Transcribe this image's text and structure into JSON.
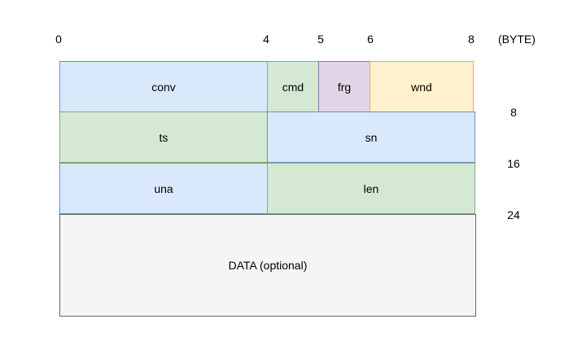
{
  "diagram": {
    "axis": {
      "unit_label": "(BYTE)",
      "ticks": [
        "0",
        "4",
        "5",
        "6",
        "8"
      ]
    },
    "byte_offset_labels": [
      "8",
      "16",
      "24"
    ],
    "rows": [
      {
        "cells": [
          {
            "label": "conv",
            "bytes": 4,
            "color": "blue"
          },
          {
            "label": "cmd",
            "bytes": 1,
            "color": "green"
          },
          {
            "label": "frg",
            "bytes": 1,
            "color": "purple"
          },
          {
            "label": "wnd",
            "bytes": 2,
            "color": "yellow"
          }
        ]
      },
      {
        "cells": [
          {
            "label": "ts",
            "bytes": 4,
            "color": "green"
          },
          {
            "label": "sn",
            "bytes": 4,
            "color": "blue"
          }
        ]
      },
      {
        "cells": [
          {
            "label": "una",
            "bytes": 4,
            "color": "blue"
          },
          {
            "label": "len",
            "bytes": 4,
            "color": "green"
          }
        ]
      },
      {
        "cells": [
          {
            "label": "DATA (optional)",
            "bytes": 8,
            "color": "gray"
          }
        ]
      }
    ],
    "colors": {
      "blue_fill": "#dae8fc",
      "blue_stroke": "#6c8ebf",
      "green_fill": "#d5e8d4",
      "green_stroke": "#82b366",
      "purple_fill": "#e1d5e7",
      "purple_stroke": "#9673a6",
      "yellow_fill": "#fff2cc",
      "yellow_stroke": "#d6b656",
      "gray_fill": "#f5f5f5",
      "gray_stroke": "#666666"
    },
    "text_color": "#000000"
  }
}
